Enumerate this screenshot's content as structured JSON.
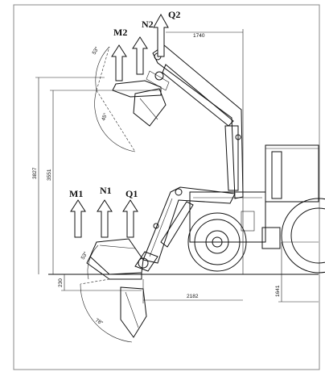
{
  "forces": {
    "m1": "M1",
    "n1": "N1",
    "q1": "Q1",
    "m2": "M2",
    "n2": "N2",
    "q2": "Q2"
  },
  "dimensions": {
    "top_reach": "1740",
    "max_height": "3827",
    "pin_height": "3551",
    "dig_depth": "230",
    "ground_reach": "2182",
    "axle_height": "1641"
  },
  "angles": {
    "top_rollback": "53°",
    "top_dump": "45°",
    "ground_rollback": "53°",
    "ground_dump": "78°"
  }
}
